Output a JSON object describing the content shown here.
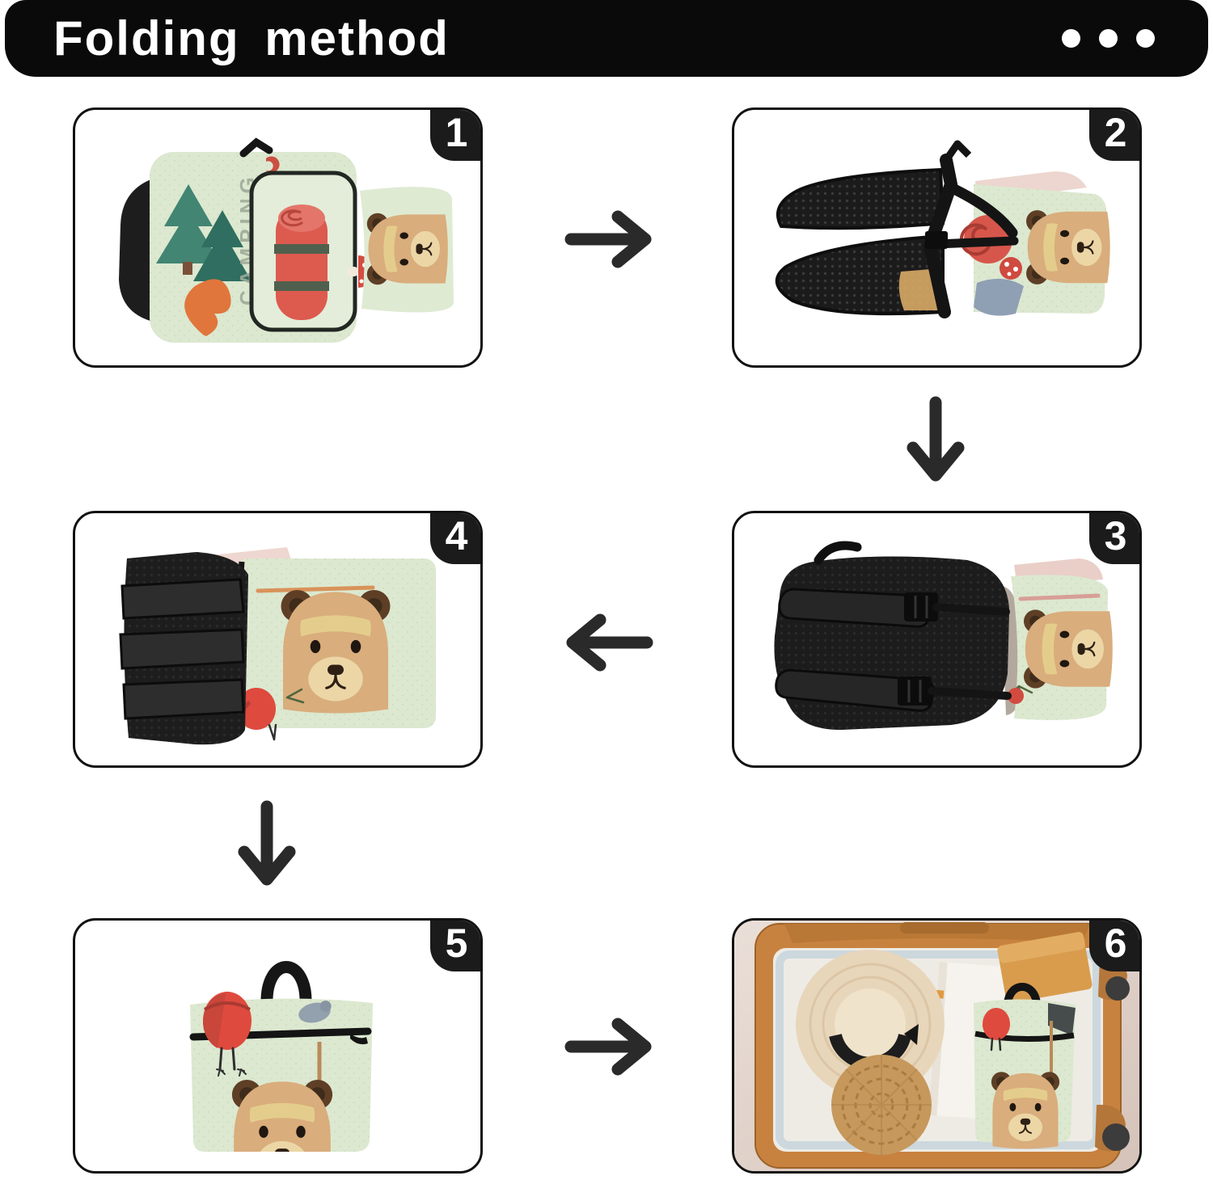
{
  "header": {
    "title": "Folding method",
    "menu_icon": "ellipsis-dots-icon",
    "dot_count": 3
  },
  "steps": [
    {
      "number": "1",
      "photo": "backpack-unfolded-lying-flat-camping-print",
      "print_label": "CAMPING"
    },
    {
      "number": "2",
      "photo": "backpack-side-view-mesh-pockets-straps"
    },
    {
      "number": "3",
      "photo": "backpack-back-shoulder-straps-buckles"
    },
    {
      "number": "4",
      "photo": "backpack-folded-in-half-bear-print"
    },
    {
      "number": "5",
      "photo": "finished-pouch-with-carry-handle"
    },
    {
      "number": "6",
      "photo": "pouch-packed-inside-open-suitcase"
    }
  ],
  "arrows": [
    {
      "from": 1,
      "to": 2,
      "direction": "right"
    },
    {
      "from": 2,
      "to": 3,
      "direction": "down"
    },
    {
      "from": 3,
      "to": 4,
      "direction": "left"
    },
    {
      "from": 4,
      "to": 5,
      "direction": "down"
    },
    {
      "from": 5,
      "to": 6,
      "direction": "right"
    }
  ],
  "colors": {
    "header_bar": "#0a0a0a",
    "header_text": "#ffffff",
    "panel_border": "#121212",
    "badge_background": "#1b1b1b",
    "badge_text": "#ffffff",
    "arrow": "#2a2a2a",
    "print_green": "#dce8d0",
    "fabric_black": "#1e1e1e",
    "bear_tan": "#d9ad7c",
    "accent_red": "#df4a3e",
    "suitcase_orange": "#c8823f"
  }
}
